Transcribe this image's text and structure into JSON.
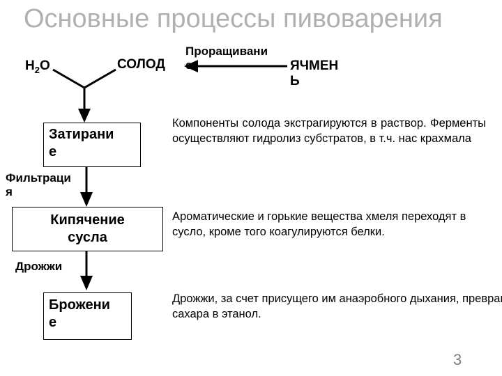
{
  "title": "Основные процессы пивоварения",
  "labels": {
    "h2o_main": "H",
    "h2o_sub": "2",
    "h2o_end": "O",
    "malt": "СОЛОД",
    "germination_1": "Проращивани",
    "germination_2": "е",
    "barley_1": "ЯЧМЕН",
    "barley_2": "Ь",
    "filtration_1": "Фильтраци",
    "filtration_2": "я",
    "yeast": "Дрожжи"
  },
  "boxes": {
    "mashing_1": "Затирани",
    "mashing_2": "е",
    "boiling_1": "Кипячение",
    "boiling_2": "сусла",
    "fermentation_1": "Брожени",
    "fermentation_2": "е"
  },
  "descriptions": {
    "mashing": "Компоненты солода экстрагируются в раствор. Ферменты осуществляют гидролиз субстратов, в т.ч. нас крахмала",
    "boiling": "Ароматические и горькие вещества хмеля переходят в сусло, кроме того коагулируются белки.",
    "fermentation": "Дрожжи, за счет присущего им анаэробного дыхания, превращают сахара в этанол."
  },
  "slide_number": "3"
}
